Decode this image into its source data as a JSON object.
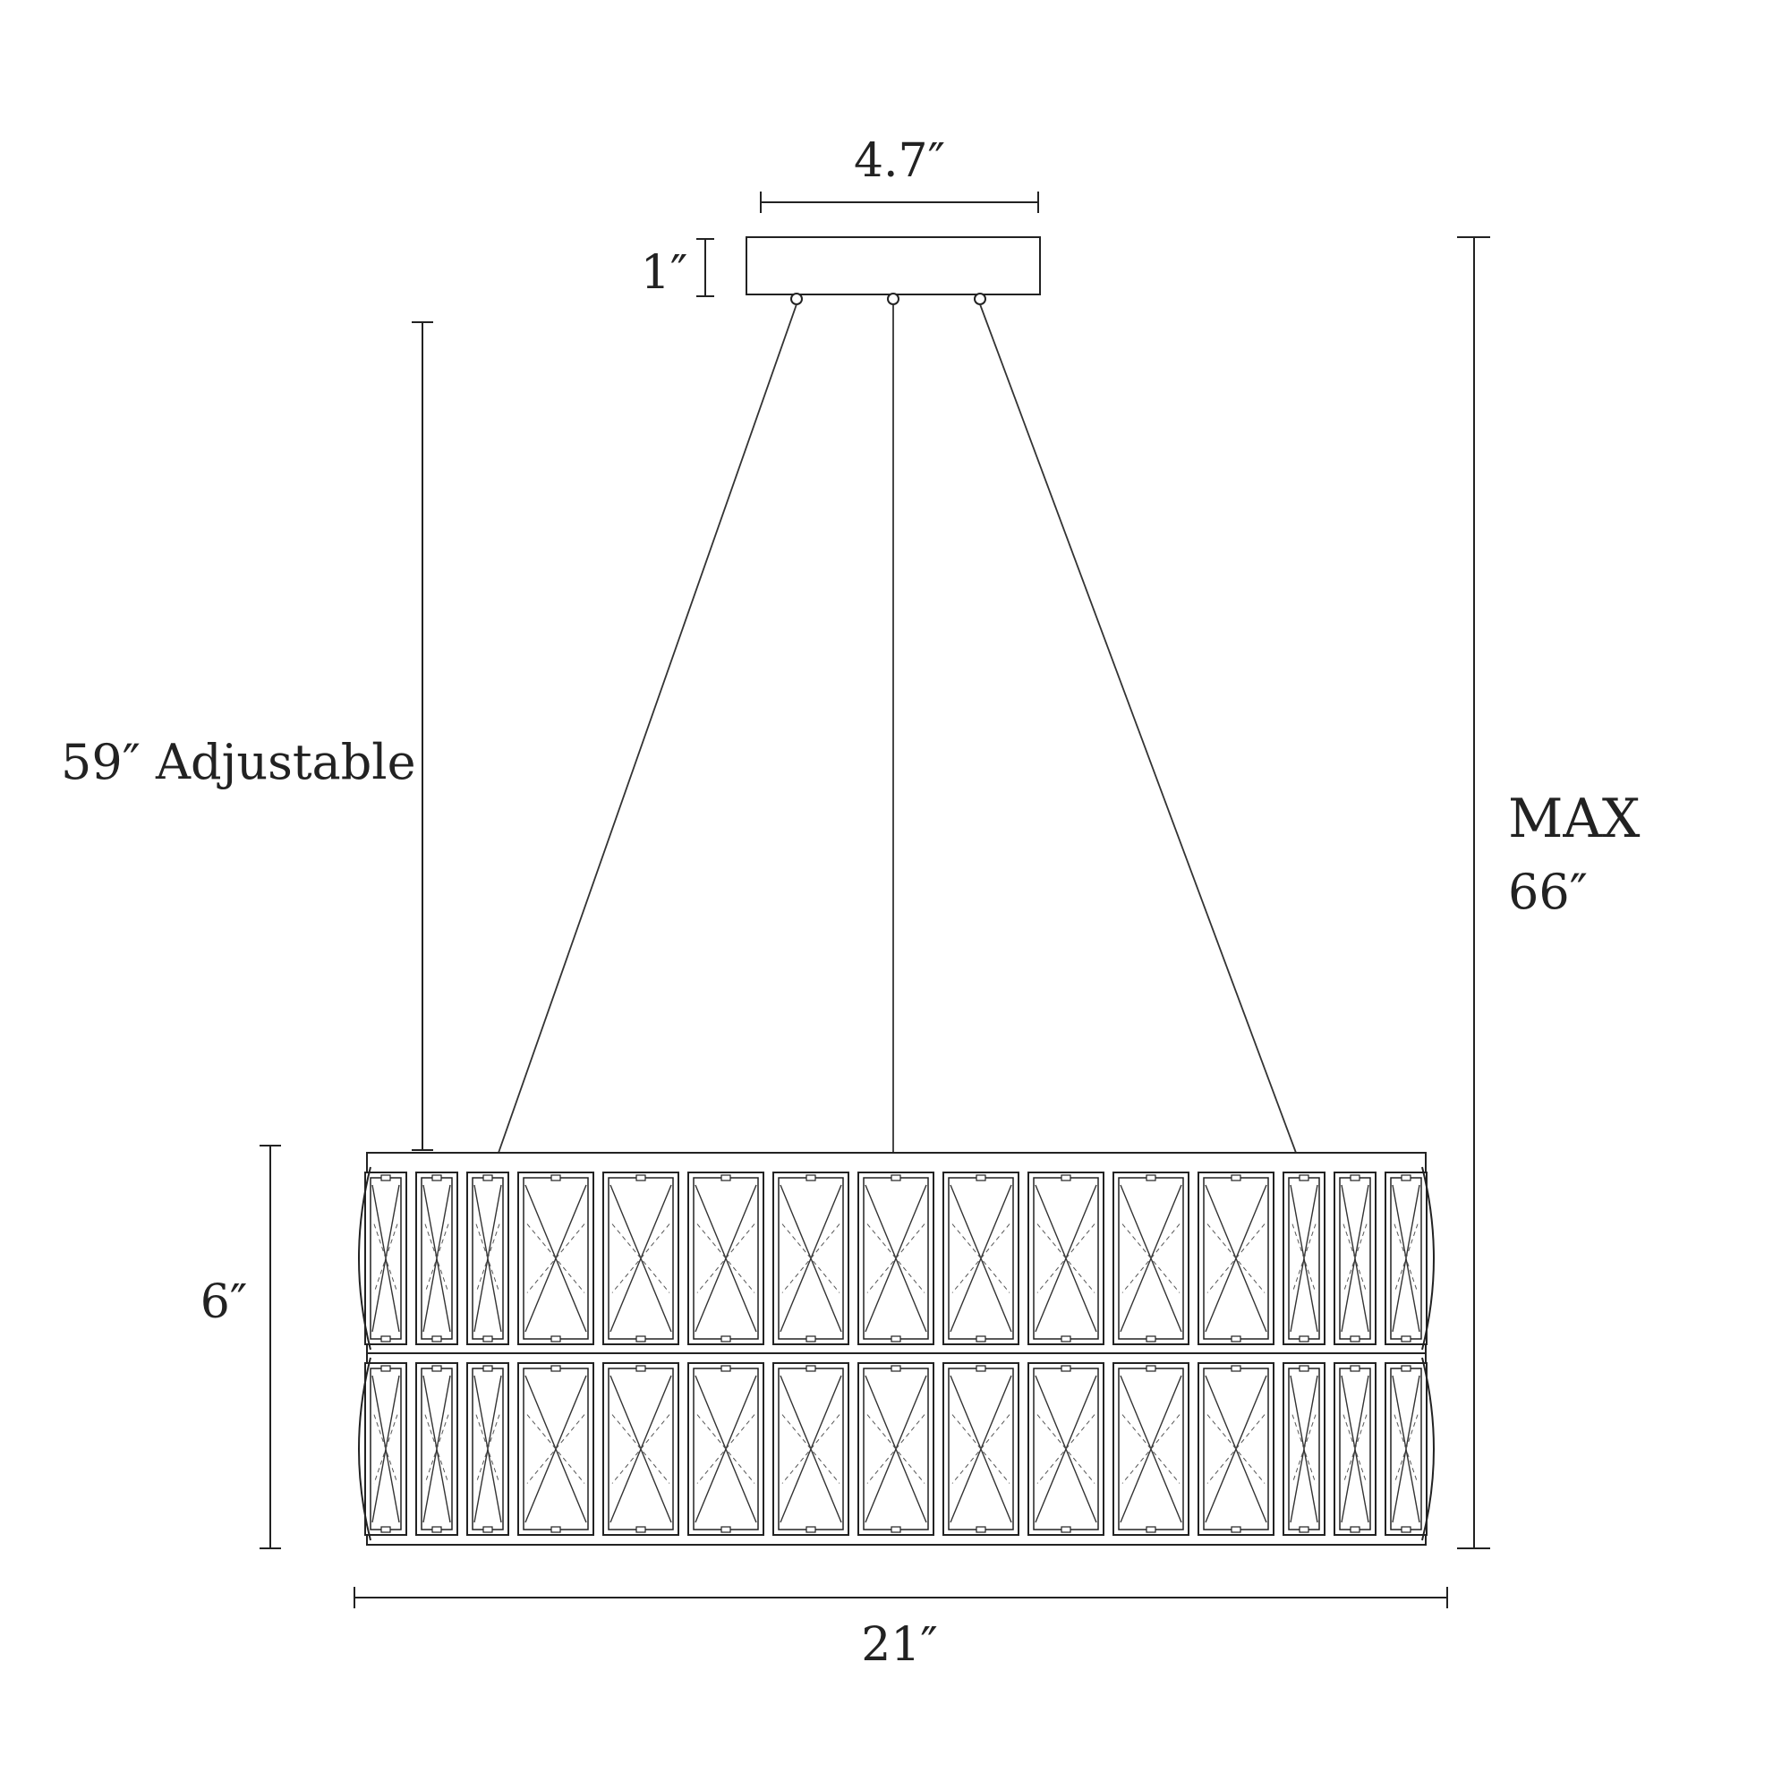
{
  "diagram": {
    "title": "",
    "colors": {
      "line": "#222222",
      "background": "#ffffff"
    },
    "dimensions": {
      "canopy_width": "4.7″",
      "canopy_height": "1″",
      "cable_length": "59″ Adjustable",
      "max_height_label": "MAX",
      "max_height_value": "66″",
      "fixture_height": "6″",
      "fixture_width": "21″"
    },
    "fixture": {
      "rows": 2,
      "panels_per_row": 15
    },
    "suspension": {
      "cable_count": 3
    }
  }
}
